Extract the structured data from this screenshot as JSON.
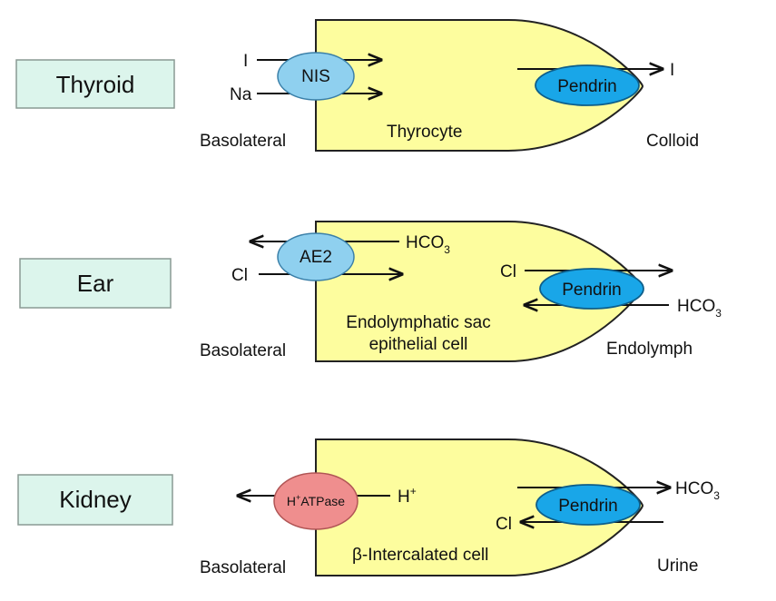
{
  "colors": {
    "cell_fill": "#fdfd9e",
    "organ_box_fill": "#dcf5ec",
    "transporter_light_blue": "#8fd0ef",
    "pendrin_blue": "#19a6e8",
    "atpase_red": "#ef8e8e"
  },
  "rows": [
    {
      "organ": "Thyroid",
      "basolateral_label": "Basolateral",
      "cell_label_lines": [
        "Thyrocyte"
      ],
      "apical_label": "Colloid",
      "transporter": "NIS",
      "pendrin": "Pendrin",
      "ions": {
        "left_top": "I",
        "left_bottom": "Na",
        "apical_out": "I"
      }
    },
    {
      "organ": "Ear",
      "basolateral_label": "Basolateral",
      "cell_label_lines": [
        "Endolymphatic sac",
        "epithelial cell"
      ],
      "apical_label": "Endolymph",
      "transporter": "AE2",
      "pendrin": "Pendrin",
      "ions": {
        "left": "Cl",
        "inner_right": "HCO",
        "inner_right_sub": "3",
        "apical_in": "Cl",
        "apical_out": "HCO",
        "apical_out_sub": "3"
      }
    },
    {
      "organ": "Kidney",
      "basolateral_label": "Basolateral",
      "cell_label_lines": [
        "β-Intercalated cell"
      ],
      "apical_label": "Urine",
      "transporter": "H",
      "transporter_sup": "+",
      "transporter_tail": "ATPase",
      "pendrin": "Pendrin",
      "ions": {
        "inner_right": "H",
        "inner_right_sup": "+",
        "apical_out": "HCO",
        "apical_out_sub": "3",
        "apical_in": "Cl"
      }
    }
  ]
}
